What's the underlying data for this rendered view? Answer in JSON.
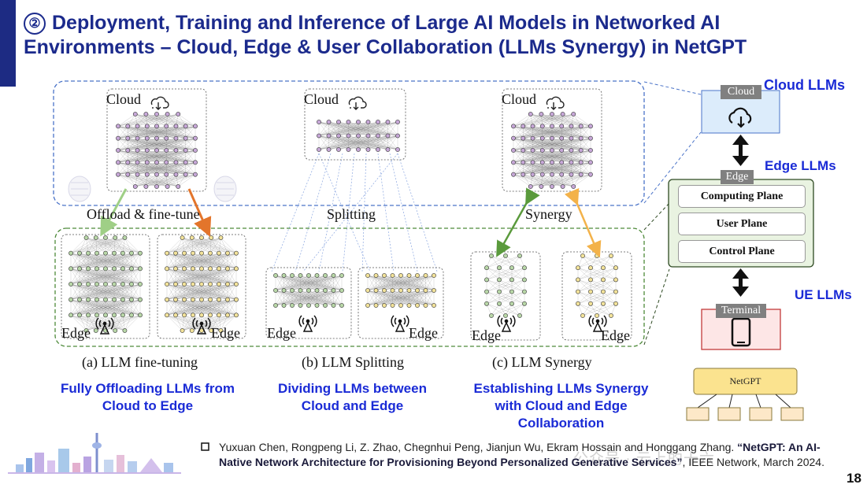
{
  "slide": {
    "number_badge": "②",
    "title_line1": "Deployment, Training and Inference of Large AI Models in Networked AI",
    "title_line2": "Environments – Cloud, Edge & User Collaboration (LLMs Synergy) in NetGPT",
    "page_number": "18"
  },
  "figure": {
    "cloud_label": "Cloud",
    "edge_label": "Edge",
    "arrow_labels": [
      "Offload & fine-tune",
      "Splitting",
      "Synergy"
    ],
    "subcaptions": [
      "(a) LLM fine-tuning",
      "(b) LLM Splitting",
      "(c) LLM Synergy"
    ]
  },
  "captions": {
    "a": "Fully Offloading LLMs from Cloud to Edge",
    "b": "Dividing LLMs between Cloud and Edge",
    "c": "Establishing LLMs Synergy with Cloud and Edge Collaboration"
  },
  "netgpt_arch": {
    "cloud_tag": "Cloud",
    "cloud_llms": "Cloud LLMs",
    "edge_tag": "Edge",
    "edge_llms": "Edge LLMs",
    "planes": [
      "Computing Plane",
      "User Plane",
      "Control Plane"
    ],
    "terminal_tag": "Terminal",
    "ue_llms": "UE LLMs",
    "netgpt_box": "NetGPT"
  },
  "reference": {
    "authors": "Yuxuan Chen, Rongpeng Li, Z. Zhao, Chegnhui Peng, Jianjun Wu, Ekram Hossain and Honggang Zhang.",
    "title": "“NetGPT: An AI-Native Network Architecture for Provisioning Beyond Personalized Generative Services”",
    "venue": ", IEEE Network, March 2024."
  },
  "watermark": "公众号 · 云上的十六",
  "colors": {
    "title_blue": "#1b2a8c",
    "caption_blue": "#1a2bd6",
    "cloud_dash": "#4a73c8",
    "edge_dash": "#4e8a3a",
    "nn_purple": "#c7a8d8",
    "nn_green": "#b9d8a8",
    "nn_yellow": "#f3e39a"
  }
}
